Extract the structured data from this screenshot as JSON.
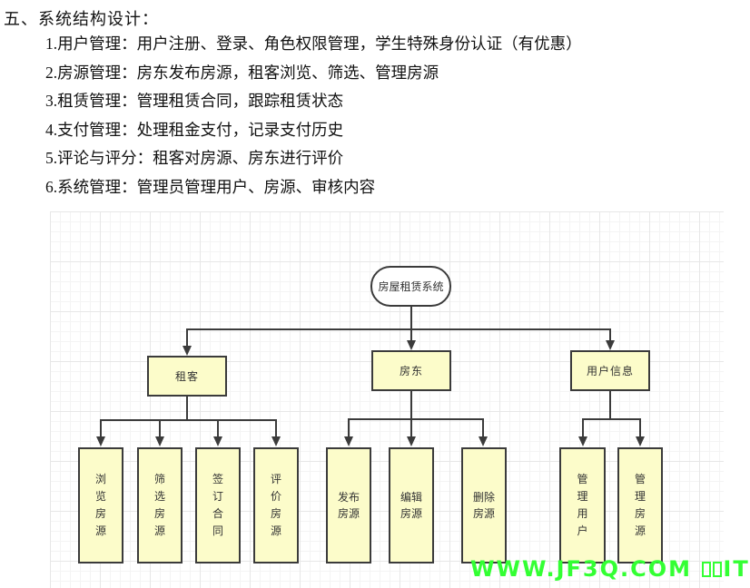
{
  "document": {
    "heading": "五、系统结构设计：",
    "items": [
      "1.用户管理：用户注册、登录、角色权限管理，学生特殊身份认证（有优惠）",
      "2.房源管理：房东发布房源，租客浏览、筛选、管理房源",
      "3.租赁管理：管理租赁合同，跟踪租赁状态",
      "4.支付管理：处理租金支付，记录支付历史",
      "5.评论与评分：租客对房源、房东进行评价",
      "6.系统管理：管理员管理用户、房源、审核内容"
    ]
  },
  "diagram": {
    "root": {
      "label": "房屋租赁系统"
    },
    "branches": [
      {
        "label": "租客",
        "children": [
          "浏览房源",
          "筛选房源",
          "签订合同",
          "评价房源"
        ]
      },
      {
        "label": "房东",
        "children": [
          "发布房源",
          "编辑房源",
          "删除房源"
        ]
      },
      {
        "label": "用户信息",
        "children": [
          "管理用户",
          "管理房源"
        ]
      }
    ],
    "colors": {
      "node_fill": "#fcfcca",
      "node_border": "#3b3b3b",
      "root_fill": "#ffffff",
      "connector": "#3b3b3b"
    }
  },
  "watermark": {
    "prefix": "WWW.JF3Q.COM",
    "suffix": "IT",
    "color": "#33ff33"
  }
}
